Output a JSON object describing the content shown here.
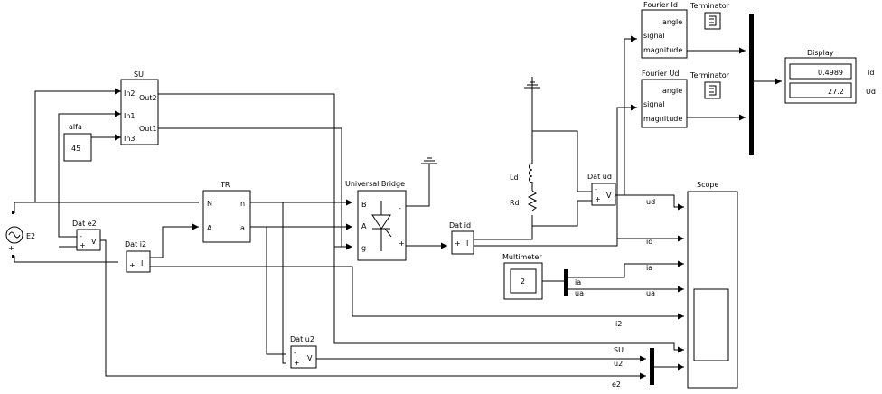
{
  "blocks": {
    "e2": "E2",
    "su": "SU",
    "alfa": "alfa",
    "alfa_value": "45",
    "tr": "TR",
    "universal_bridge": "Universal Bridge",
    "dat_e2": "Dat e2",
    "dat_i2": "Dat i2",
    "dat_u2": "Dat u2",
    "dat_id": "Dat id",
    "dat_ud": "Dat ud",
    "fourier_id": "Fourier Id",
    "fourier_ud": "Fourier Ud",
    "terminator": "Terminator",
    "display": "Display",
    "scope": "Scope",
    "multimeter": "Multimeter",
    "multimeter_value": "2",
    "ld": "Ld",
    "rd": "Rd"
  },
  "ports": {
    "in1": "In1",
    "in2": "In2",
    "in3": "In3",
    "out1": "Out1",
    "out2": "Out2",
    "a_upper": "A",
    "b_upper": "B",
    "n_upper": "N",
    "a_lower": "a",
    "n_lower": "n",
    "g": "g",
    "plus": "+",
    "minus": "-",
    "v": "V",
    "i": "I",
    "signal": "signal",
    "magnitude": "magnitude",
    "angle": "angle"
  },
  "display": {
    "id_value": "0.4989",
    "ud_value": "27.2",
    "id_label": "Id",
    "ud_label": "Ud"
  },
  "signals": {
    "ud": "ud",
    "id": "id",
    "ia": "ia",
    "ua": "ua",
    "i2": "i2",
    "su": "SU",
    "u2": "u2",
    "e2": "e2"
  },
  "colors": {
    "line": "#000000",
    "background": "#ffffff"
  }
}
